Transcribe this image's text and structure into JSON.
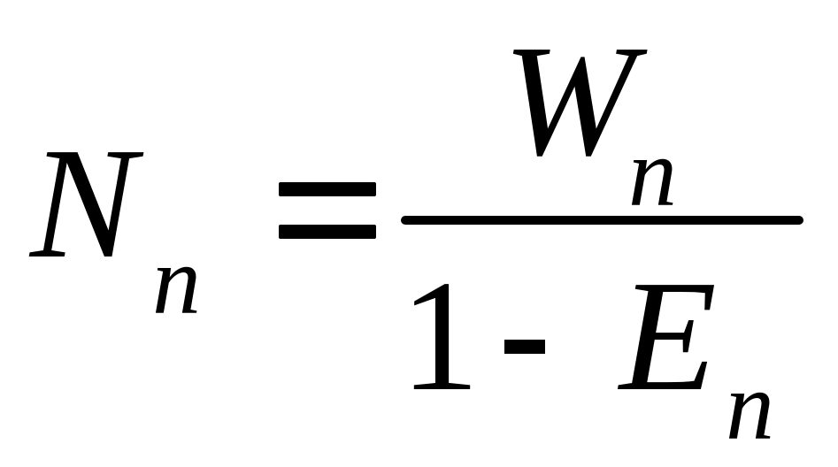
{
  "formula": {
    "lhs": {
      "symbol": "N",
      "subscript": "n"
    },
    "equals_sign": "=",
    "numerator": {
      "symbol": "W",
      "subscript": "n"
    },
    "denominator": {
      "constant": "1",
      "operator": "-",
      "symbol": "E",
      "subscript": "n"
    }
  }
}
